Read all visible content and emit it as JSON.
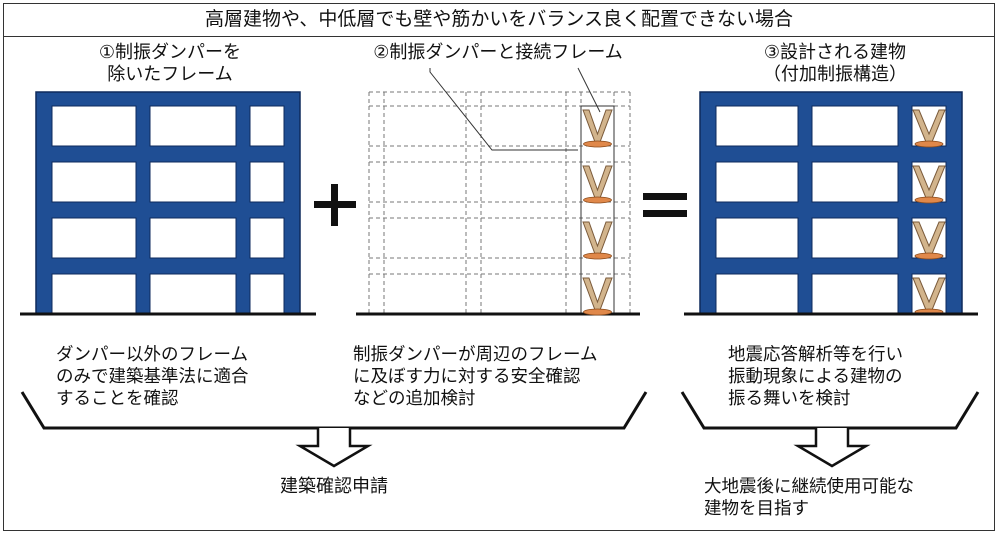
{
  "title": "高層建物や、中低層でも壁や筋かいをバランス良く配置できない場合",
  "panels": [
    {
      "label_line1": "①制振ダンパーを",
      "label_line2": "除いたフレーム",
      "desc": [
        "ダンパー以外のフレーム",
        "のみで建築基準法に適合",
        "することを確認"
      ]
    },
    {
      "label_line1": "②制振ダンパーと接続フレーム",
      "label_line2": "",
      "desc": [
        "制振ダンパーが周辺のフレーム",
        "に及ぼす力に対する安全確認",
        "などの追加検討"
      ]
    },
    {
      "label_line1": "③設計される建物",
      "label_line2": "（付加制振構造）",
      "desc": [
        "地震応答解析等を行い",
        "振動現象による建物の",
        "振る舞いを検討"
      ]
    }
  ],
  "operators": {
    "plus": "+",
    "equals": "="
  },
  "results": {
    "left": "建築確認申請",
    "right_line1": "大地震後に継続使用可能な",
    "right_line2": "建物を目指す"
  },
  "colors": {
    "frame_blue": "#1f4e94",
    "frame_dark": "#0e2a5c",
    "brace": "#d2b48c",
    "brace_edge": "#7a5a3a",
    "damper": "#e0884a",
    "outline": "#333333"
  }
}
